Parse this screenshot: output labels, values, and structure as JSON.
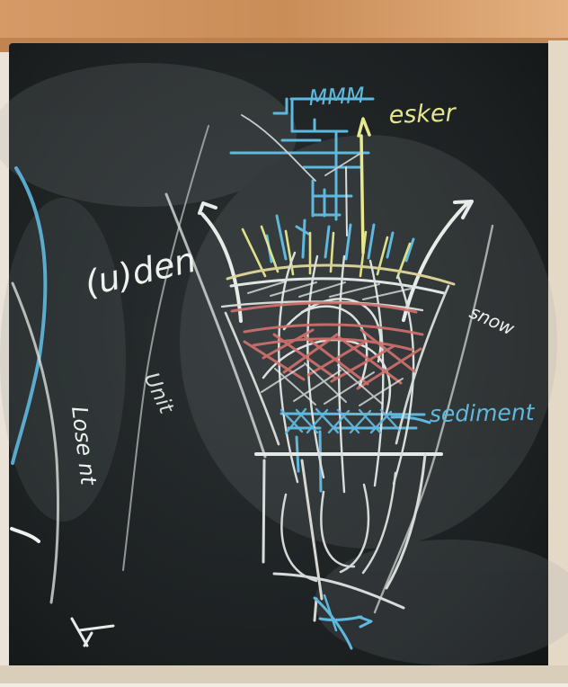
{
  "labels": {
    "top_left_handwriting": "MMM",
    "top_right_handwriting": "esker",
    "left_mid_handwriting": "(u)den",
    "right_top_handwriting": "snow",
    "right_mid_handwriting": "sediment",
    "left_lower_handwriting_1": "Lose nt",
    "left_lower_handwriting_2": "Unit"
  },
  "colors": {
    "board": "#1c1f20",
    "frame_wood": "#c98e5b",
    "wall": "#e8dfd1",
    "chalk_white": "#e9efe9",
    "chalk_blue": "#58b6dc",
    "chalk_yellow": "#e4e58d",
    "chalk_red": "#c96b68"
  }
}
